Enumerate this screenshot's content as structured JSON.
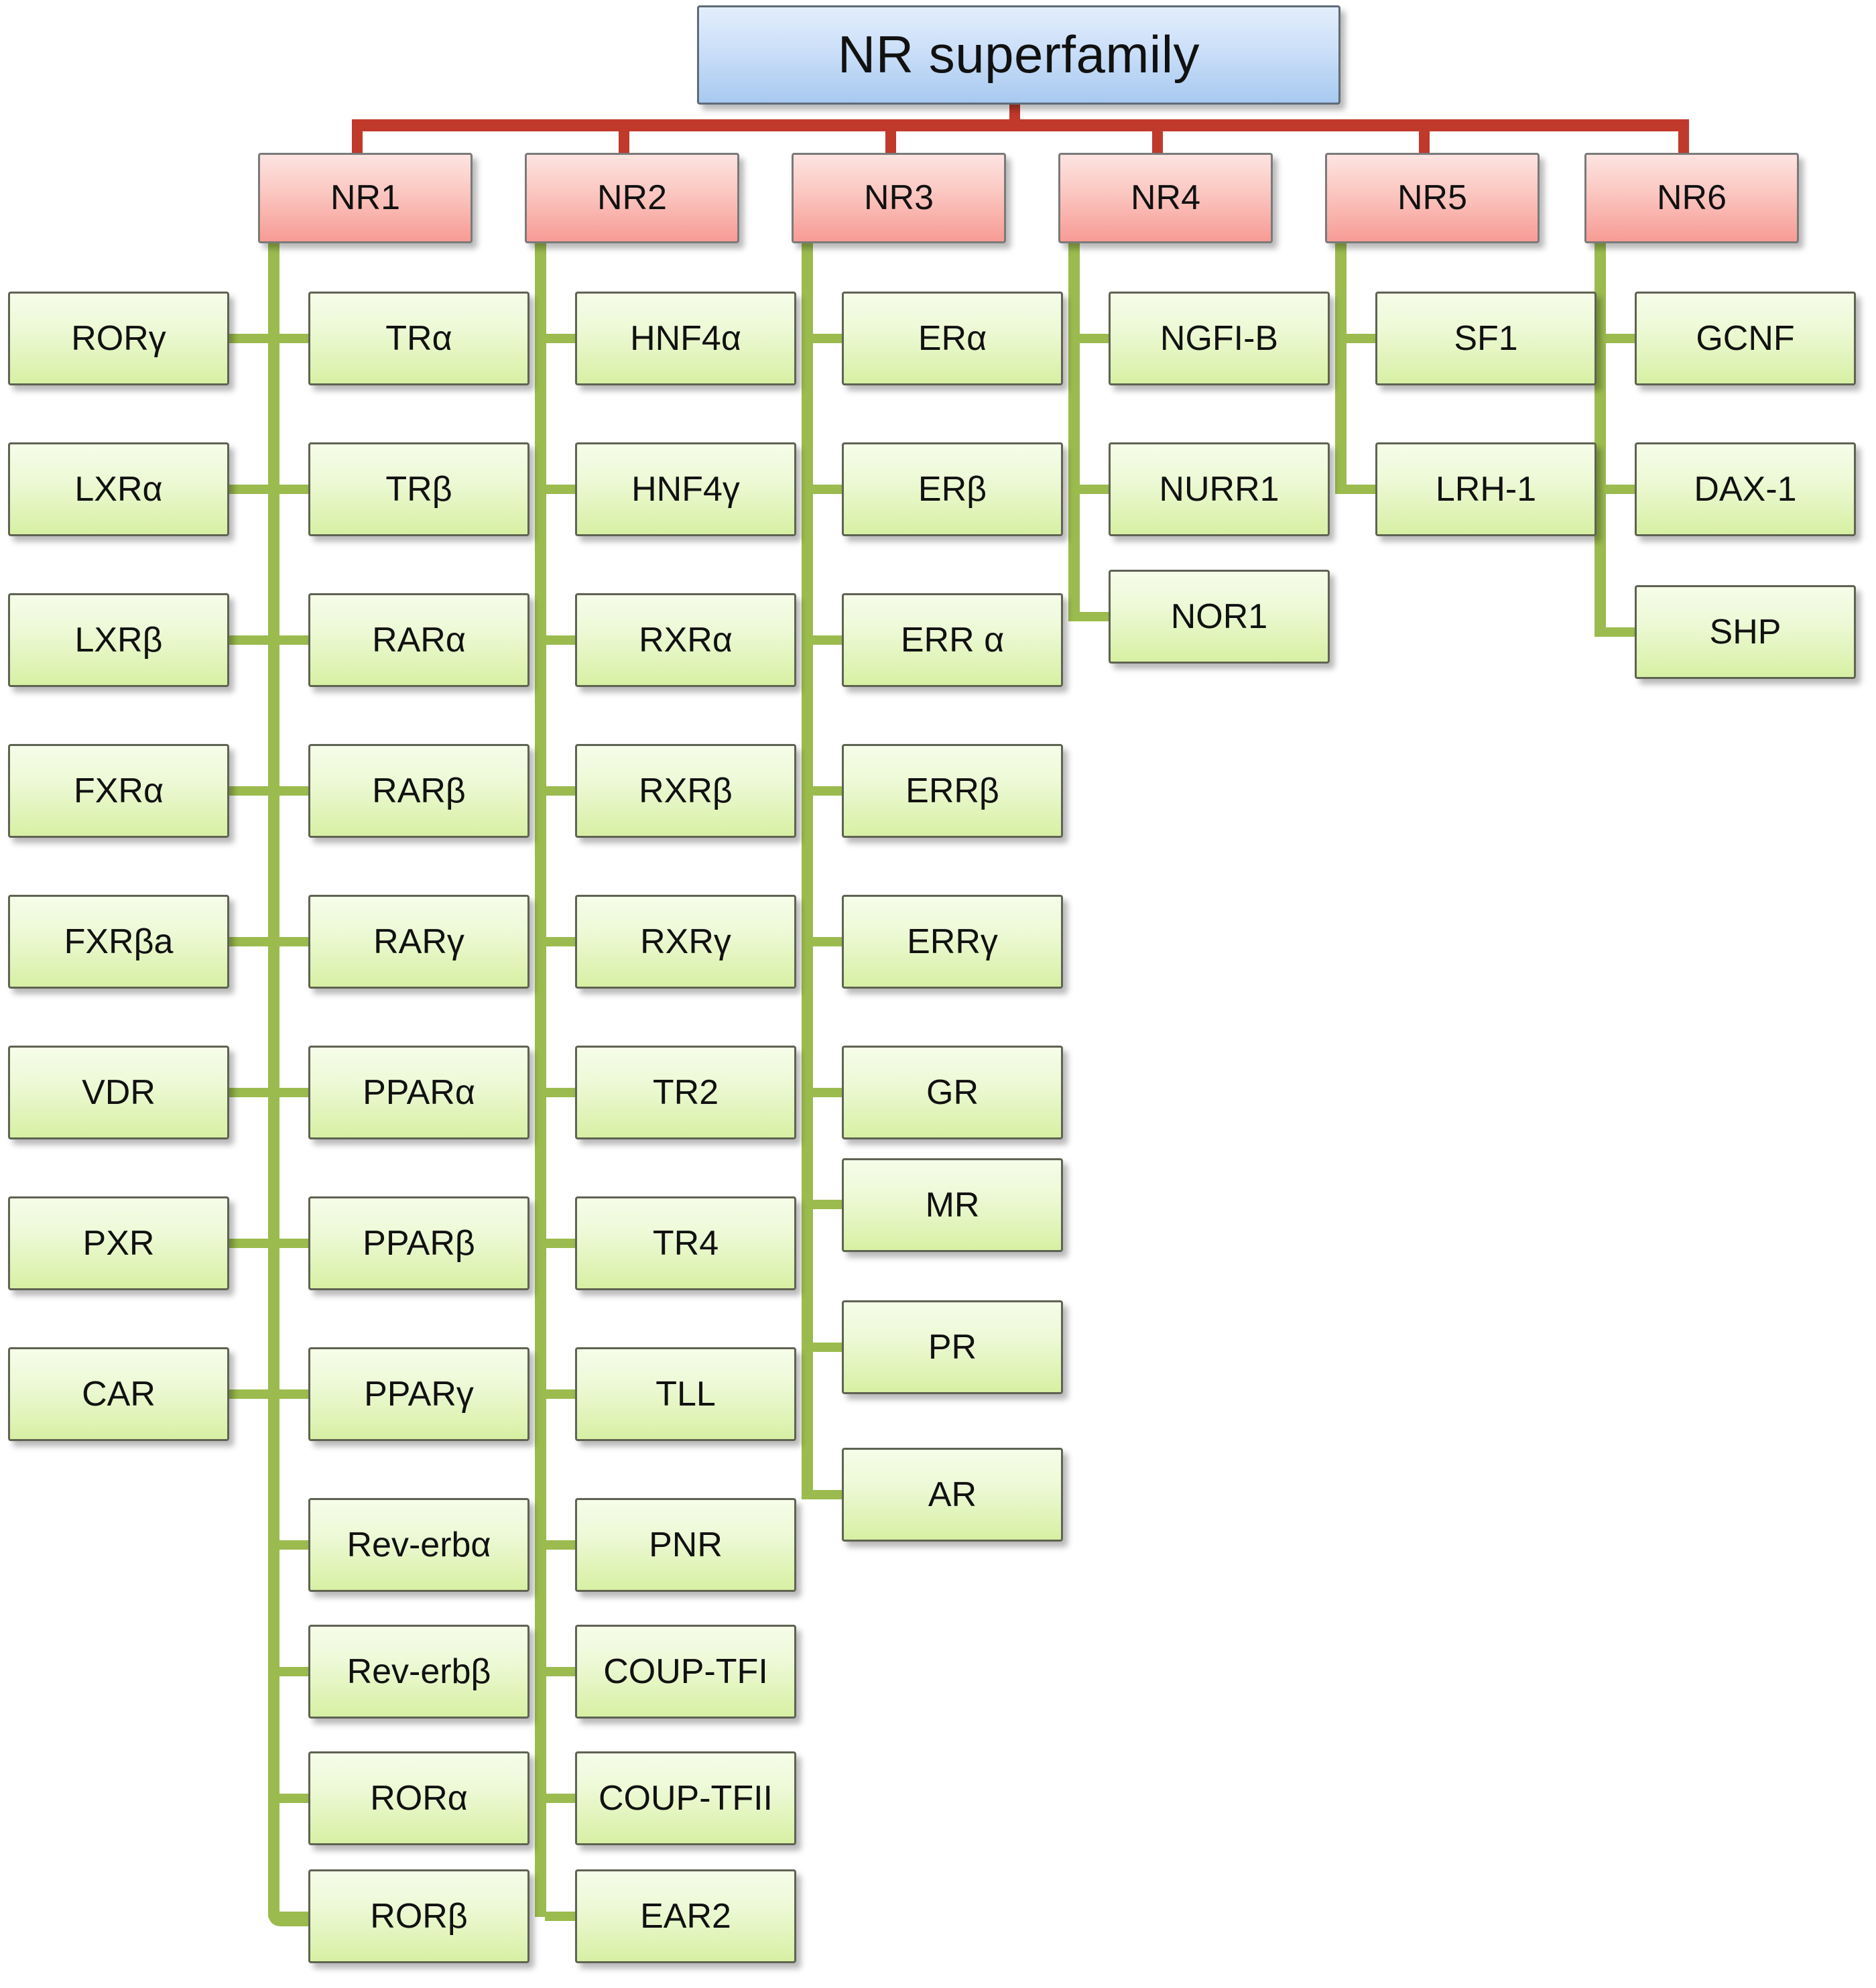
{
  "diagram": {
    "title": "NR superfamily",
    "root": {
      "label": "NR superfamily"
    },
    "colors": {
      "root_fill_top": "#e3eefc",
      "root_fill_bottom": "#a8c9f0",
      "family_fill_top": "#fde4e1",
      "family_fill_bottom": "#f79b94",
      "member_fill_top": "#f6fce9",
      "member_fill_bottom": "#d7f0a3",
      "root_connector": "#c0392b",
      "member_connector": "#9bbb4e",
      "box_border": "#6f6f6f",
      "text": "#111111",
      "background": "#ffffff"
    },
    "families": [
      {
        "label": "NR1",
        "extra_column": [
          "RORγ",
          "LXRα",
          "LXRβ",
          "FXRα",
          "FXRβa",
          "VDR",
          "PXR",
          "CAR"
        ],
        "members": [
          "TRα",
          "TRβ",
          "RARα",
          "RARβ",
          "RARγ",
          "PPARα",
          "PPARβ",
          "PPARγ",
          "Rev-erbα",
          "Rev-erbβ",
          "RORα",
          "RORβ"
        ]
      },
      {
        "label": "NR2",
        "members": [
          "HNF4α",
          "HNF4γ",
          "RXRα",
          "RXRβ",
          "RXRγ",
          "TR2",
          "TR4",
          "TLL",
          "PNR",
          "COUP-TFI",
          "COUP-TFII",
          "EAR2"
        ]
      },
      {
        "label": "NR3",
        "members": [
          "ERα",
          "ERβ",
          "ERR α",
          "ERRβ",
          "ERRγ",
          "GR",
          "MR",
          "PR",
          "AR"
        ]
      },
      {
        "label": "NR4",
        "members": [
          "NGFI-B",
          "NURR1",
          "NOR1"
        ]
      },
      {
        "label": "NR5",
        "members": [
          "SF1",
          "LRH-1"
        ]
      },
      {
        "label": "NR6",
        "members": [
          "GCNF",
          "DAX-1",
          "SHP"
        ]
      }
    ]
  }
}
